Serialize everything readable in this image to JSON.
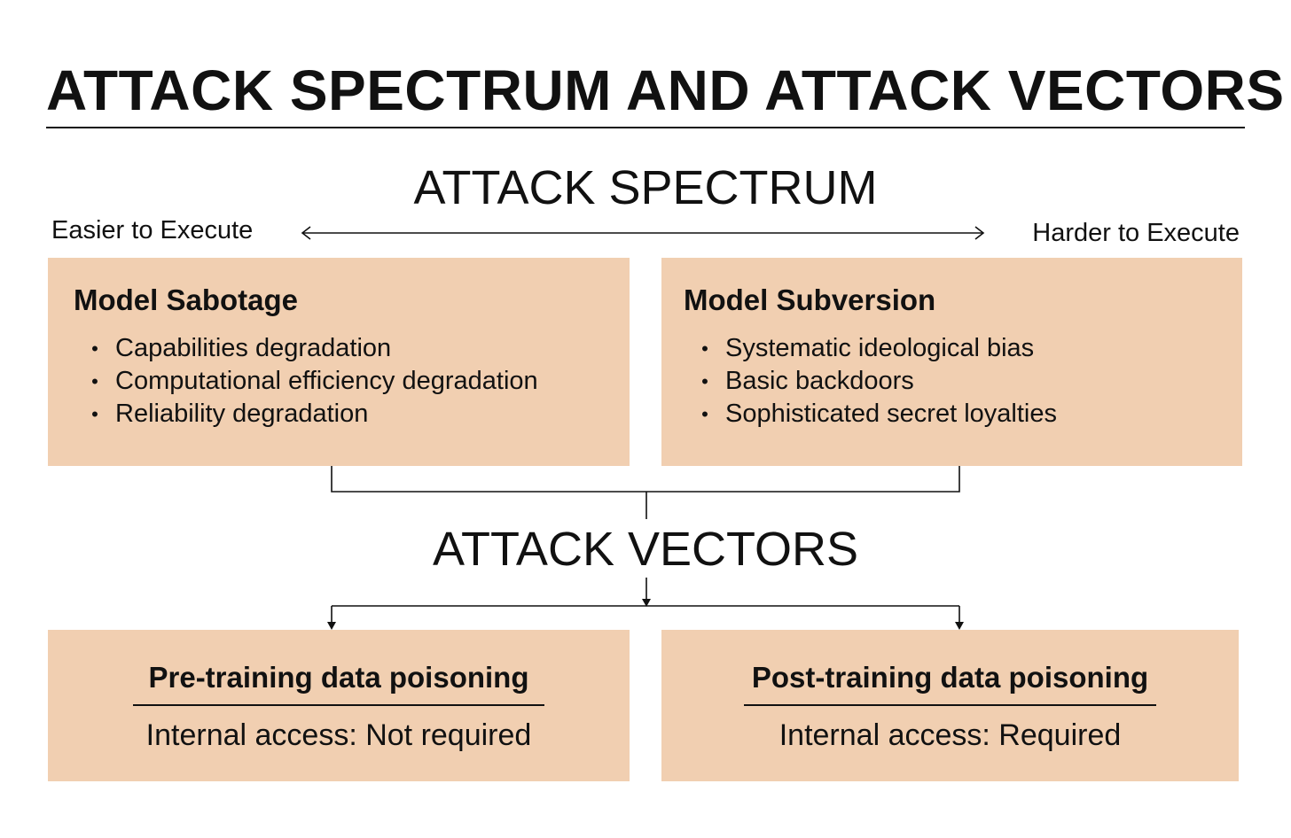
{
  "title": "ATTACK SPECTRUM AND ATTACK VECTORS",
  "spectrum": {
    "title": "ATTACK SPECTRUM",
    "left_label": "Easier to Execute",
    "right_label": "Harder to Execute",
    "boxes": [
      {
        "heading": "Model Sabotage",
        "items": [
          "Capabilities degradation",
          "Computational efficiency degradation",
          "Reliability degradation"
        ]
      },
      {
        "heading": "Model Subversion",
        "items": [
          "Systematic ideological bias",
          "Basic backdoors",
          "Sophisticated secret loyalties"
        ]
      }
    ]
  },
  "vectors": {
    "title": "ATTACK VECTORS",
    "boxes": [
      {
        "heading": "Pre-training data poisoning",
        "detail": "Internal access: Not required"
      },
      {
        "heading": "Post-training data poisoning",
        "detail": "Internal access: Required"
      }
    ]
  },
  "colors": {
    "box_fill": "#f1cfb1",
    "ink": "#111111",
    "background": "#ffffff"
  },
  "bullet_glyph": "•"
}
